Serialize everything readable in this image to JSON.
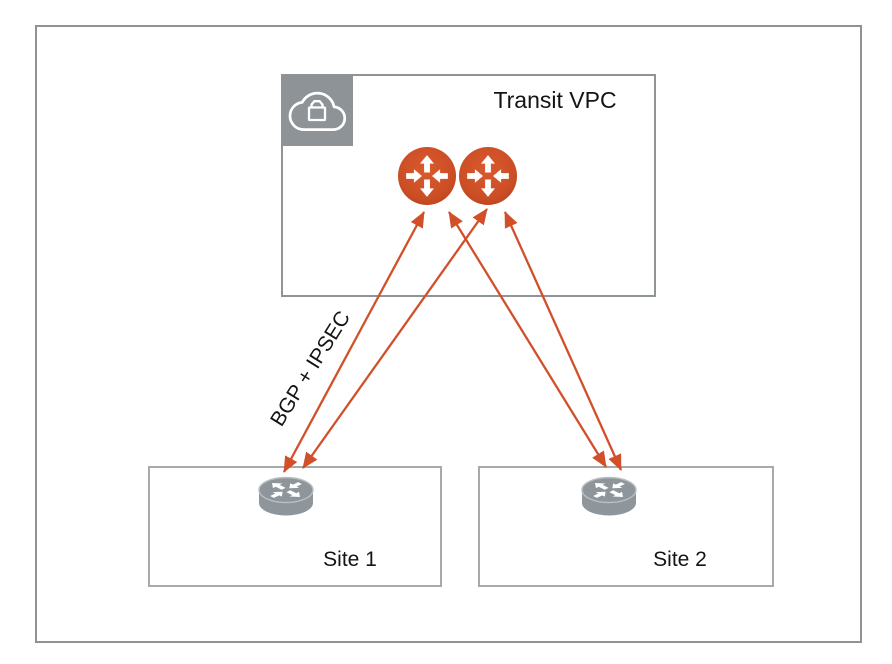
{
  "diagram": {
    "type": "network-architecture",
    "transit_vpc": {
      "label": "Transit VPC",
      "badge_icon": "cloud-lock-icon",
      "router_icon": "vpn-router-icon",
      "router_count": 2
    },
    "sites": [
      {
        "label": "Site 1",
        "icon": "router-icon"
      },
      {
        "label": "Site 2",
        "icon": "router-icon"
      }
    ],
    "connections": {
      "label": "BGP + IPSEC",
      "count": 4,
      "style": "double-headed-arrow"
    },
    "colors": {
      "accent_orange": "#D1502A",
      "icon_gray": "#8D9397",
      "router_gray": "#8F969B",
      "frame_border": "#8E9294",
      "transit_border": "#8F9497",
      "site_border": "#A7AAAC",
      "text": "#141414"
    }
  }
}
